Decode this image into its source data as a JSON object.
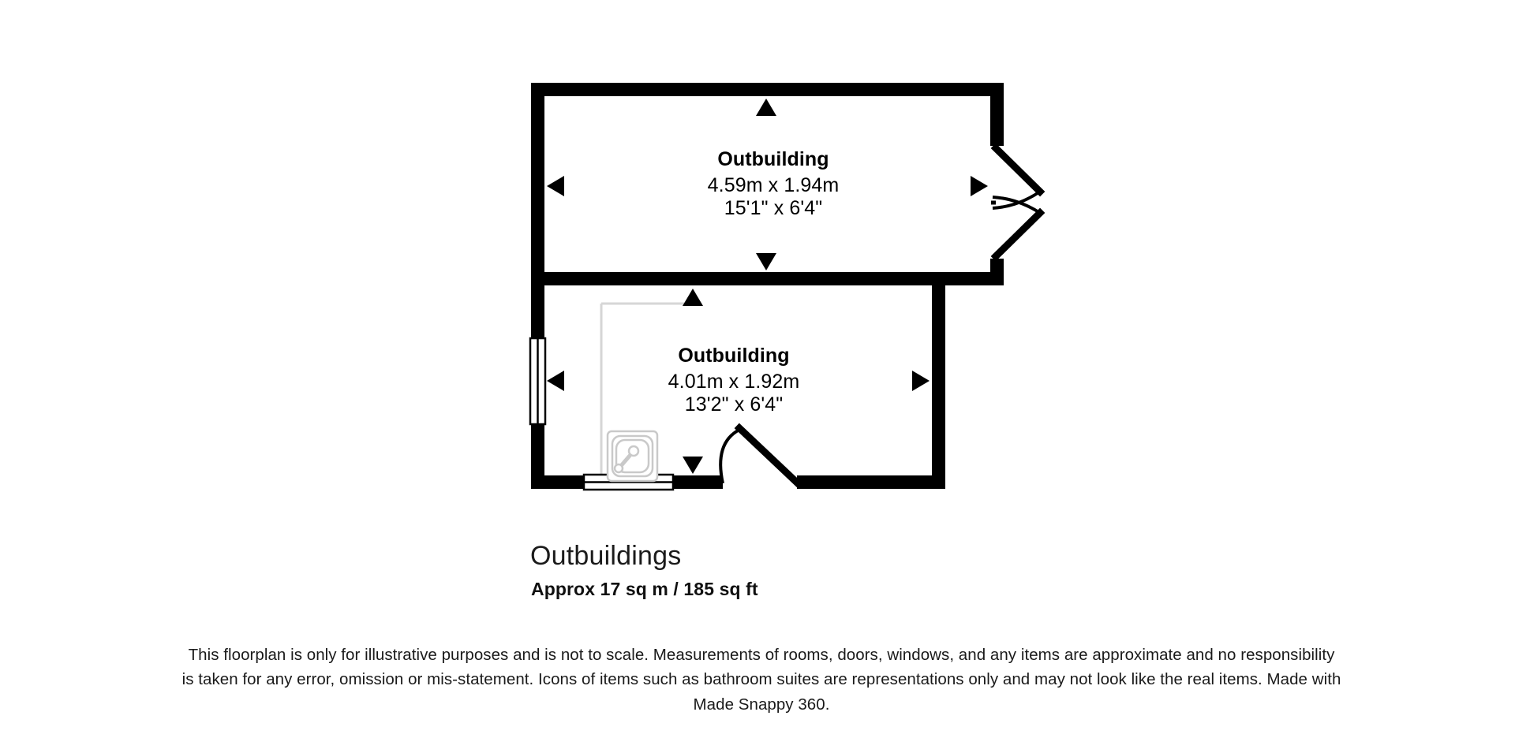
{
  "plan": {
    "title": "Outbuildings",
    "area_summary": "Approx 17 sq m / 185 sq ft",
    "rooms": [
      {
        "id": "upper",
        "name": "Outbuilding",
        "dimensions_metric": "4.59m x 1.94m",
        "dimensions_imperial": "15'1\" x 6'4\""
      },
      {
        "id": "lower",
        "name": "Outbuilding",
        "dimensions_metric": "4.01m x 1.92m",
        "dimensions_imperial": "13'2\" x 6'4\""
      }
    ],
    "disclaimer": "This floorplan is only for illustrative purposes and is not to scale. Measurements of rooms, doors, windows, and any items are approximate and no responsibility is taken for any error, omission or mis-statement. Icons of items such as bathroom suites are representations only and may not look like the real items. Made with Made Snappy 360."
  },
  "style": {
    "wall_color": "#000000",
    "background_color": "#ffffff",
    "fixture_color": "#c9c9c9",
    "partition_color": "#d6d6d6",
    "text_color": "#000000"
  },
  "symbols": {
    "dimension_arrow_up": "dimension-arrow-up",
    "dimension_arrow_down": "dimension-arrow-down",
    "dimension_arrow_left": "dimension-arrow-left",
    "dimension_arrow_right": "dimension-arrow-right",
    "french_door": "double-door-symbol",
    "swing_door": "swing-door-symbol",
    "window": "window-symbol",
    "shower": "shower-tray-icon"
  }
}
